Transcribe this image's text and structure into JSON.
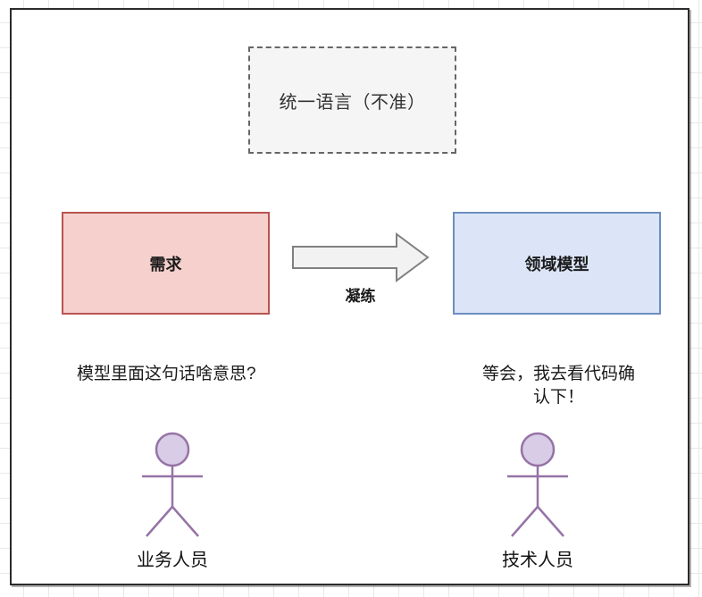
{
  "diagram": {
    "type": "flow-diagram",
    "title_visible": false,
    "colors": {
      "requirement_fill": "#f6d0cd",
      "requirement_stroke": "#b85450",
      "domain_fill": "#dbe5f7",
      "domain_stroke": "#6c8ebf",
      "ubiquitous_fill": "#f5f5f5",
      "ubiquitous_stroke": "#666666",
      "actor_fill": "#d9cce6",
      "actor_stroke": "#9673a6",
      "arrow_fill": "#f2f2f2",
      "arrow_stroke": "#808080",
      "canvas_border": "#2b2b2b"
    },
    "nodes": {
      "ubiquitous_language": {
        "label": "统一语言（不准）",
        "shape": "dashed-rectangle"
      },
      "requirement": {
        "label": "需求",
        "shape": "rectangle"
      },
      "domain_model": {
        "label": "领域模型",
        "shape": "rectangle"
      }
    },
    "arrow": {
      "label": "凝练",
      "direction": "right",
      "shape": "block-arrow",
      "from": "需求",
      "to": "领域模型"
    },
    "actors": [
      {
        "id": "business",
        "label": "业务人员",
        "dialogue": "模型里面这句话啥意思?"
      },
      {
        "id": "tech",
        "label": "技术人员",
        "dialogue": "等会，我去看代码确认下！"
      }
    ]
  }
}
